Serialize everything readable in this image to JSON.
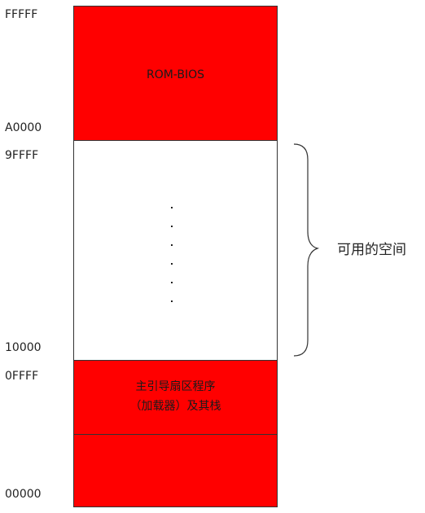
{
  "addresses": {
    "top": "FFFFF",
    "a0000": "A0000",
    "9ffff": "9FFFF",
    "10000": "10000",
    "0ffff": "0FFFF",
    "bottom": "00000"
  },
  "blocks": {
    "rom_bios": {
      "label": "ROM-BIOS",
      "color": "#ff0000"
    },
    "available": {
      "color": "#ffffff",
      "ellipsis": ".\n.\n.\n.\n.\n."
    },
    "boot_sector": {
      "line1": "主引导扇区程序",
      "line2": "（加载器）及其栈",
      "color": "#ff0000"
    },
    "low_area": {
      "color": "#ff0000"
    }
  },
  "brace_label": "可用的空间",
  "colors": {
    "reserved": "#ff0000",
    "border": "#333333",
    "brace": "#333333"
  }
}
